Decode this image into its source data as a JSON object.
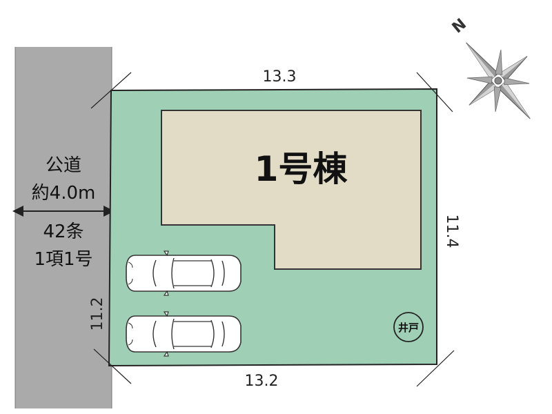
{
  "road": {
    "label_line1": "公道",
    "label_line2": "約4.0m",
    "legal_line1": "42条",
    "legal_line2": "1項1号",
    "fill": "#aaaaaa"
  },
  "lot": {
    "fill": "#9fcfb5",
    "border": "#222222",
    "dims": {
      "top": "13.3",
      "right": "11.4",
      "bottom": "13.2",
      "left": "11.2"
    }
  },
  "building": {
    "label": "1号棟",
    "fill": "#e2dcc6"
  },
  "well": {
    "label": "井戸"
  },
  "parking": {
    "car_count": 2,
    "car_icon": "car-icon"
  },
  "compass": {
    "north_label": "N",
    "icon": "compass-rose-icon"
  }
}
